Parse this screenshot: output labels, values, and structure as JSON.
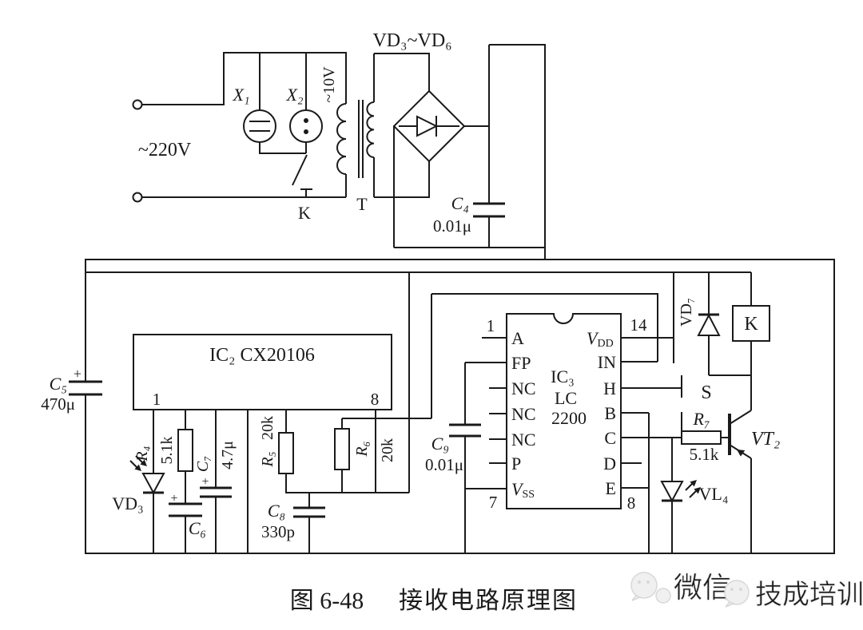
{
  "caption": {
    "figure": "图 6-48",
    "text": "接收电路原理图"
  },
  "watermark": {
    "wechat": "微信",
    "brand": "技成培训"
  },
  "colors": {
    "line": "#1a1a1a",
    "background": "#ffffff",
    "watermark": "#e6e6e6"
  },
  "upper": {
    "mains_voltage": "~220V",
    "socket1": "X₁",
    "socket2": "X₂",
    "switch_k": "K",
    "secondary_voltage": "~10V",
    "transformer": "T",
    "bridge_label": "VD₃~VD₆",
    "c4_name": "C₄",
    "c4_value": "0.01μ"
  },
  "lower": {
    "c5_name": "C₅",
    "c5_value": "470μ",
    "c5_plus": "+",
    "ic2_label": "IC₂ CX20106",
    "ic2_pin1": "1",
    "ic2_pin8": "8",
    "vd3_label": "VD₃",
    "r4_name": "R₄",
    "r4_value": "5.1k",
    "c6_name": "C₆",
    "c6_plus": "+",
    "c7_name": "C₇",
    "c7_value": "4.7μ",
    "c7_plus": "+",
    "r5_name": "R₅",
    "r5_value": "20k",
    "c8_name": "C₈",
    "c8_value": "330p",
    "r6_name": "R₆",
    "r6_value": "20k",
    "c9_name": "C₉",
    "c9_value": "0.01μ",
    "ic3": {
      "name": "IC₃",
      "line2": "LC",
      "line3": "2200",
      "pin_a": "A",
      "pin_fp": "FP",
      "pin_nc1": "NC",
      "pin_nc2": "NC",
      "pin_nc3": "NC",
      "pin_p": "P",
      "vss_main": "V",
      "vss_sub": "SS",
      "vdd_main": "V",
      "vdd_sub": "DD",
      "pin_in": "IN",
      "pin_h": "H",
      "pin_b": "B",
      "pin_c": "C",
      "pin_d": "D",
      "pin_e": "E",
      "num1": "1",
      "num7": "7",
      "num14": "14",
      "num8": "8"
    },
    "vd7_label": "VD₇",
    "relay_k": "K",
    "switch_s": "S",
    "r7_name": "R₇",
    "r7_value": "5.1k",
    "vt2_label": "VT₂",
    "vl4_label": "VL₄"
  }
}
